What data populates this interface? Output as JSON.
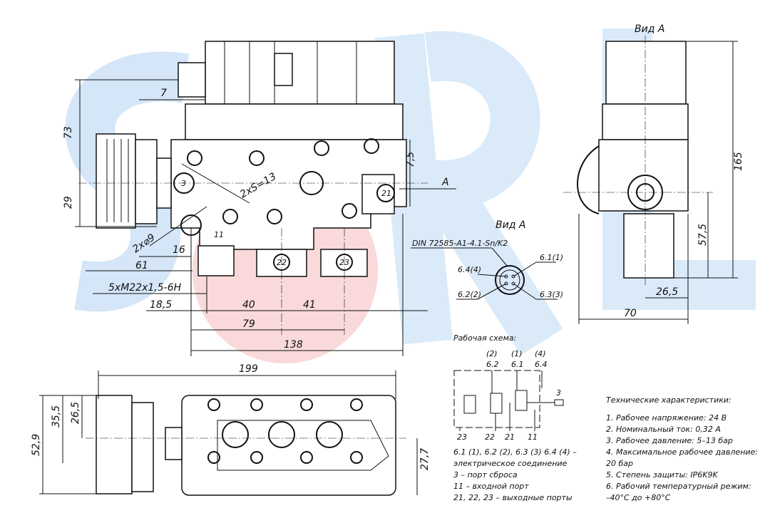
{
  "watermark": {
    "letters": "SORL",
    "colors": {
      "blue": "#cfe2f7",
      "red": "#f6c9c9"
    }
  },
  "front_view": {
    "dims": [
      "73",
      "29",
      "7",
      "7,5",
      "2xS=13",
      "2x⌀9",
      "16",
      "61",
      "5xM22x1,5-6H",
      "18,5",
      "40",
      "41",
      "79",
      "138"
    ],
    "view_arrow": "A",
    "port_labels": [
      "3",
      "21",
      "11",
      "22",
      "23"
    ]
  },
  "side_view": {
    "title": "Вид А",
    "dims": [
      "165",
      "57,5",
      "26,5",
      "70"
    ]
  },
  "connector_view": {
    "title": "Вид А",
    "standard": "DIN 72585-A1-4.1-Sn/K2",
    "pins": [
      "6.1(1)",
      "6.4(4)",
      "6.2(2)",
      "6.3(3)"
    ]
  },
  "top_view": {
    "dims": [
      "199",
      "52,9",
      "35,5",
      "26,5",
      "27,7"
    ]
  },
  "scheme": {
    "title": "Рабочая схема:",
    "top_labels": [
      "(2)",
      "6.2",
      "(1)",
      "6.1",
      "(4)",
      "6.4"
    ],
    "exhaust": "3",
    "bottom_labels": [
      "23",
      "22",
      "21",
      "11"
    ],
    "legend": [
      "6.1 (1), 6.2 (2), 6.3 (3) 6.4 (4) –",
      "электрическое соединение",
      "3 – порт сброса",
      "11 – входной порт",
      "21, 22, 23 – выходные порты"
    ]
  },
  "specs": {
    "title": "Технические характеристики:",
    "items": [
      "1. Рабочее напряжение: 24 В",
      "2. Номинальный ток: 0,32 А",
      "3. Рабочее давление: 5–13 бар",
      "4. Максимальное рабочее давление:",
      "20 бар",
      "5. Степень защиты: IP6K9K",
      "6. Рабочий температурный режим:",
      "–40°C до +80°C"
    ]
  }
}
